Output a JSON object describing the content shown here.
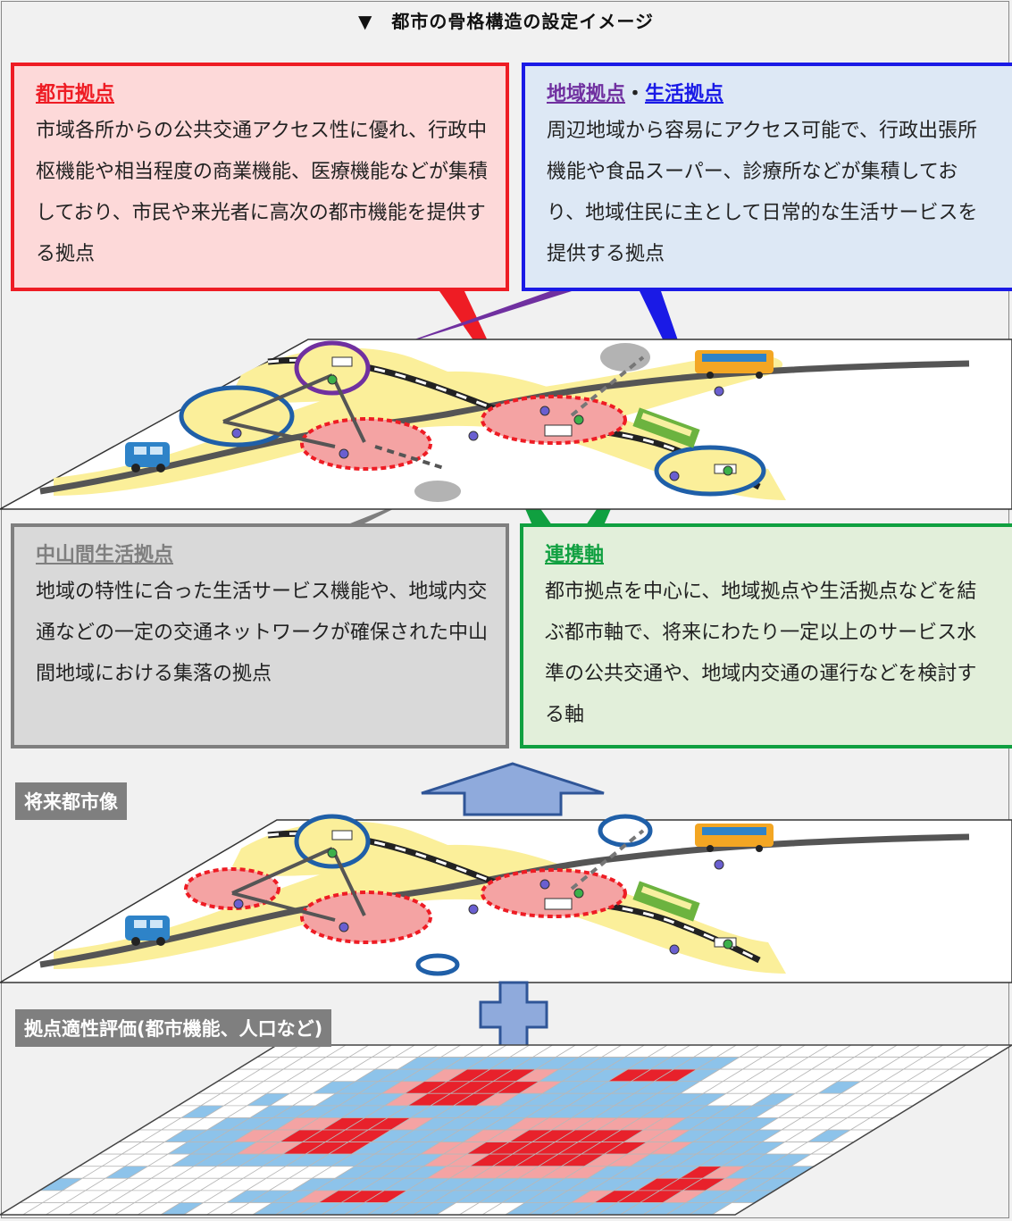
{
  "title": "▼　都市の骨格構造の設定イメージ",
  "boxes": {
    "toshi": {
      "heading": "都市拠点",
      "body": "市域各所からの公共交通アクセス性に優れ、行政中枢機能や相当程度の商業機能、医療機能などが集積しており、市民や来光者に高次の都市機能を提供する拠点"
    },
    "chiiki": {
      "heading_a": "地域拠点",
      "sep": "・",
      "heading_b": "生活拠点",
      "body": "周辺地域から容易にアクセス可能で、行政出張所機能や食品スーパー、診療所などが集積しており、地域住民に主として日常的な生活サービスを提供する拠点"
    },
    "chusan": {
      "heading": "中山間生活拠点",
      "body": "地域の特性に合った生活サービス機能や、地域内交通などの一定の交通ネットワークが確保された中山間地域における集落の拠点"
    },
    "renkei": {
      "heading": "連携軸",
      "body": "都市拠点を中心に、地域拠点や生活拠点などを結ぶ都市軸で、将来にわたり一定以上のサービス水準の公共交通や、地域内交通の運行などを検討する軸"
    }
  },
  "tags": {
    "future": "将来都市像",
    "eval": "拠点適性評価(都市機能、人口など)"
  },
  "colors": {
    "red": "#ee1c24",
    "blue": "#1a1ae6",
    "green": "#10a040",
    "gray": "#7f7f7f",
    "purple": "#7030a0",
    "yellow": "#fbef9a",
    "cellBlue": "#8dc3ea",
    "cellRed": "#e8212b",
    "cellPink": "#f4a3a3"
  }
}
